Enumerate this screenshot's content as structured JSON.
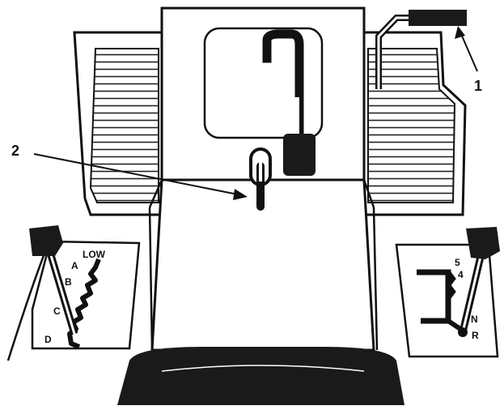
{
  "callouts": {
    "one": "1",
    "two": "2"
  },
  "left_gate": {
    "low": "LOW",
    "a": "A",
    "b": "B",
    "c": "C",
    "d": "D"
  },
  "right_gate": {
    "five": "5",
    "four": "4",
    "n": "N",
    "r": "R"
  },
  "colors": {
    "line": "#111111",
    "fill_dark": "#1a1a1a",
    "background": "#ffffff"
  }
}
